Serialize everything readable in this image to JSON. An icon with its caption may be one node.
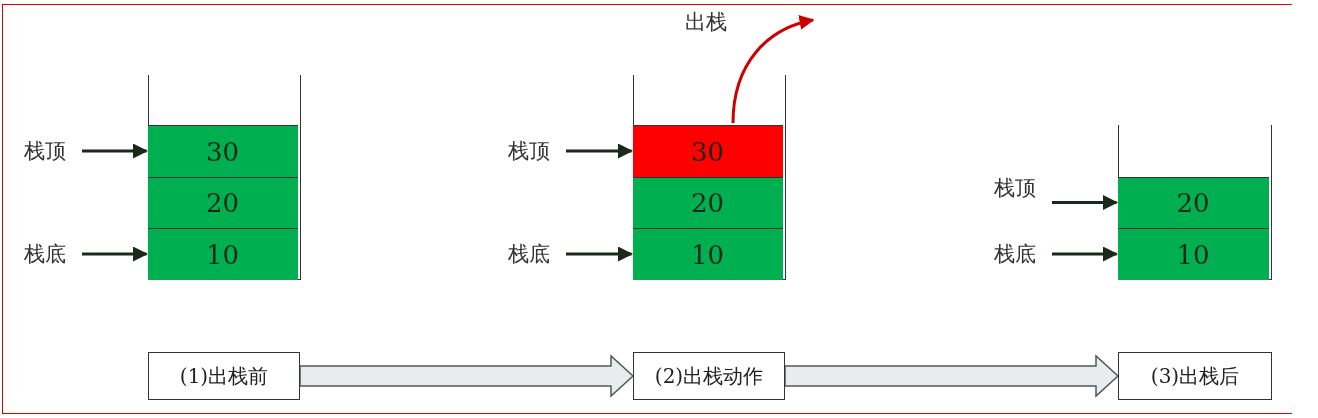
{
  "diagram": {
    "nodes": [
      {
        "text": [],
        "shape": "box"
      },
      {
        "text": [
          "30"
        ],
        "in": 0
      },
      {
        "text": [
          "20"
        ],
        "in": 0
      },
      {
        "text": [
          "10"
        ],
        "in": 0
      },
      {
        "text": [
          "栈顶"
        ]
      },
      {
        "text": [
          "栈底"
        ]
      },
      {
        "text": [
          "(1)出栈前"
        ]
      },
      {
        "text": [],
        "shape": "box"
      },
      {
        "text": [
          "30"
        ],
        "in": 7
      },
      {
        "text": [
          "20"
        ],
        "in": 7
      },
      {
        "text": [
          "10"
        ],
        "in": 7
      },
      {
        "text": [
          "栈顶"
        ]
      },
      {
        "text": [
          "栈底"
        ]
      },
      {
        "text": [
          "(2)出栈动作"
        ]
      },
      {
        "text": [],
        "shape": "box"
      },
      {
        "text": [
          "20"
        ],
        "in": 14
      },
      {
        "text": [
          "10"
        ],
        "in": 14
      },
      {
        "text": [
          "栈顶"
        ]
      },
      {
        "text": [
          "栈底"
        ]
      },
      {
        "text": [
          "(3)出栈后"
        ]
      }
    ],
    "edges": [
      {
        "from": 4,
        "to": 1,
        "arrow": "to"
      },
      {
        "from": 5,
        "to": 3,
        "arrow": "to"
      },
      {
        "from": 6,
        "to": 13,
        "arrow": "to",
        "style": "thick"
      },
      {
        "from": 8,
        "to": null,
        "arrow": "to",
        "color": "#cc0000",
        "label": "出栈"
      },
      {
        "from": 11,
        "to": 8,
        "arrow": "to"
      },
      {
        "from": 12,
        "to": 10,
        "arrow": "to"
      },
      {
        "from": 13,
        "to": 19,
        "arrow": "to",
        "style": "thick"
      },
      {
        "from": 17,
        "to": 15,
        "arrow": "to"
      },
      {
        "from": 18,
        "to": 16,
        "arrow": "to"
      }
    ]
  }
}
